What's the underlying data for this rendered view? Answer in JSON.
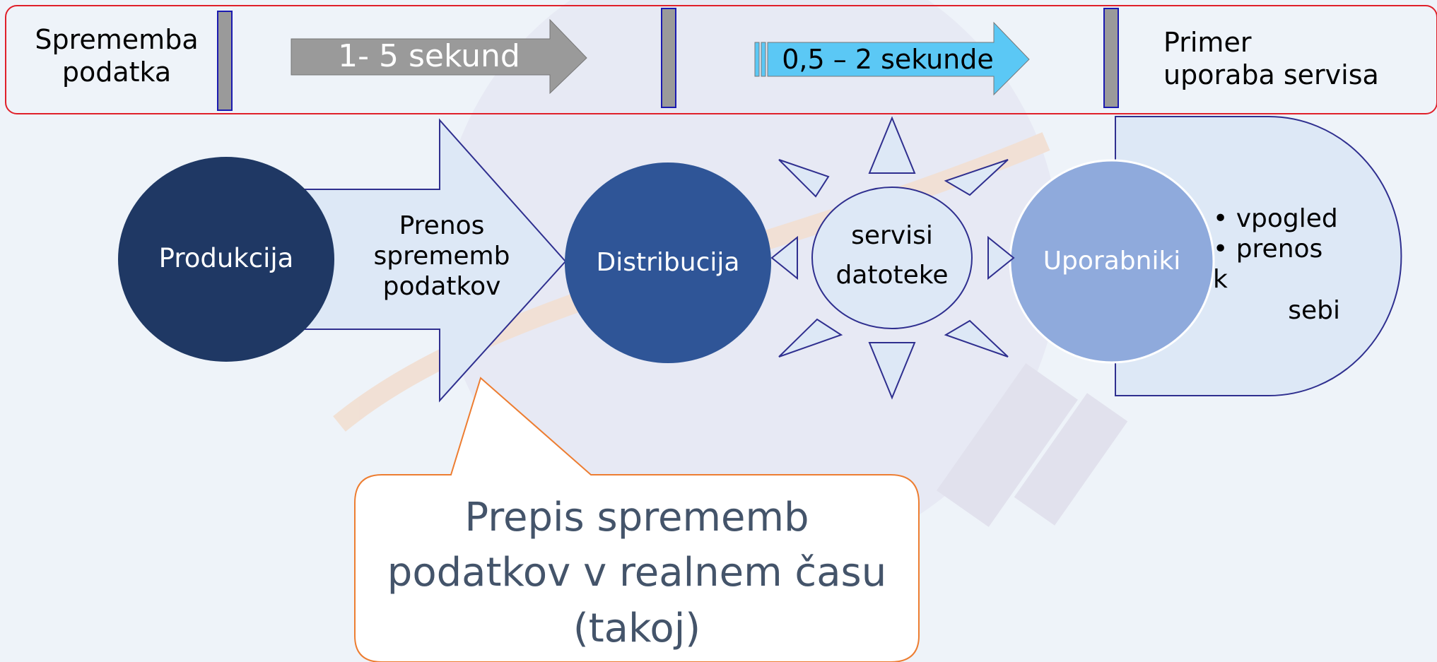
{
  "timeline": {
    "start_label": [
      "Sprememba",
      "podatka"
    ],
    "arrow1_label": "1- 5 sekund",
    "arrow2_label": "0,5 – 2 sekunde",
    "end_label": [
      "Primer",
      "uporaba servisa"
    ]
  },
  "flow": {
    "production": "Produkcija",
    "transfer_label": [
      "Prenos",
      "sprememb",
      "podatkov"
    ],
    "distribution": "Distribucija",
    "services": [
      "servisi",
      "datoteke"
    ],
    "users": "Uporabniki",
    "user_actions": [
      "vpogled",
      "prenos k",
      "sebi"
    ]
  },
  "callout": {
    "text": [
      "Prepis sprememb",
      "podatkov v realnem času",
      "(takoj)"
    ]
  },
  "colors": {
    "timeline_border": "#e0202a",
    "bar_fill": "#9a9a9a",
    "bar_border": "#1a1ab0",
    "arrow1_fill": "#9a9a9a",
    "arrow2_fill": "#5bc8f5",
    "production_fill": "#1f3864",
    "distribution_fill": "#2f5597",
    "users_fill": "#8faadc",
    "shape_light_fill": "#dde8f6",
    "shape_outline": "#2f2f8f",
    "callout_border": "#ed7d31",
    "callout_text": "#44546a"
  }
}
